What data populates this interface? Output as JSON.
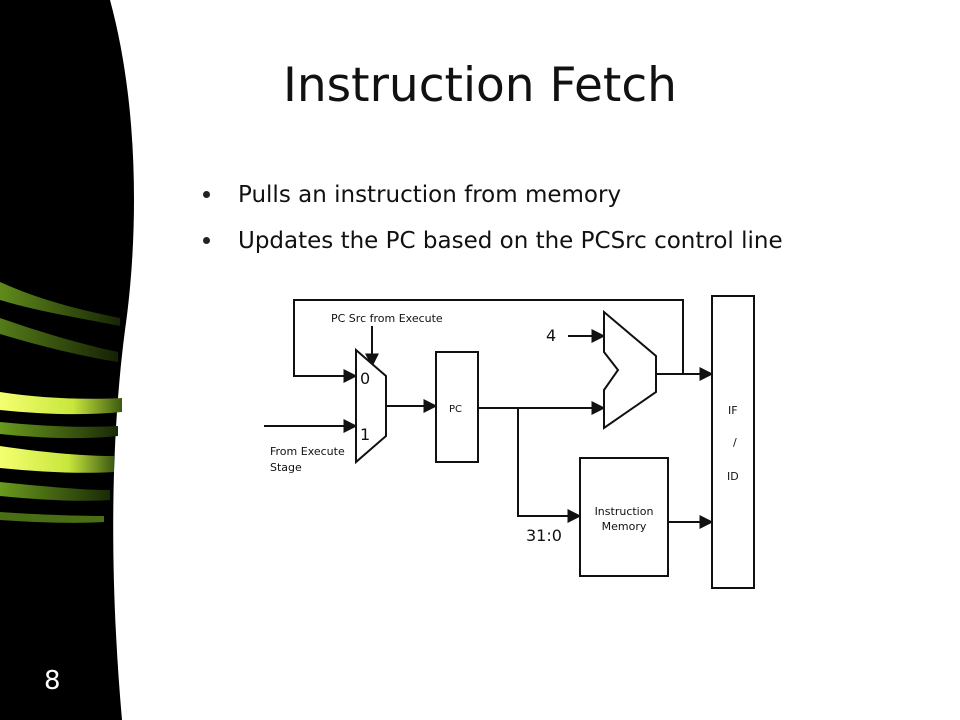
{
  "slide": {
    "title": "Instruction Fetch",
    "bullets": [
      "Pulls an instruction from memory",
      "Updates the PC based on the PCSrc control line"
    ],
    "number": "8"
  },
  "diagram": {
    "pc_src_label": "PC Src from Execute",
    "constant_four": "4",
    "mux_input_0": "0",
    "mux_input_1": "1",
    "from_execute_line1": "From Execute",
    "from_execute_line2": "Stage",
    "pc_label": "PC",
    "instr_mem_line1": "Instruction",
    "instr_mem_line2": "Memory",
    "bit_range": "31:0",
    "ifid_top": "IF",
    "ifid_mid": "/",
    "ifid_bottom": "ID"
  },
  "colors": {
    "sidebar_black": "#000000",
    "streak_yellow": "#e6f03c",
    "streak_green": "#8cc63f"
  }
}
